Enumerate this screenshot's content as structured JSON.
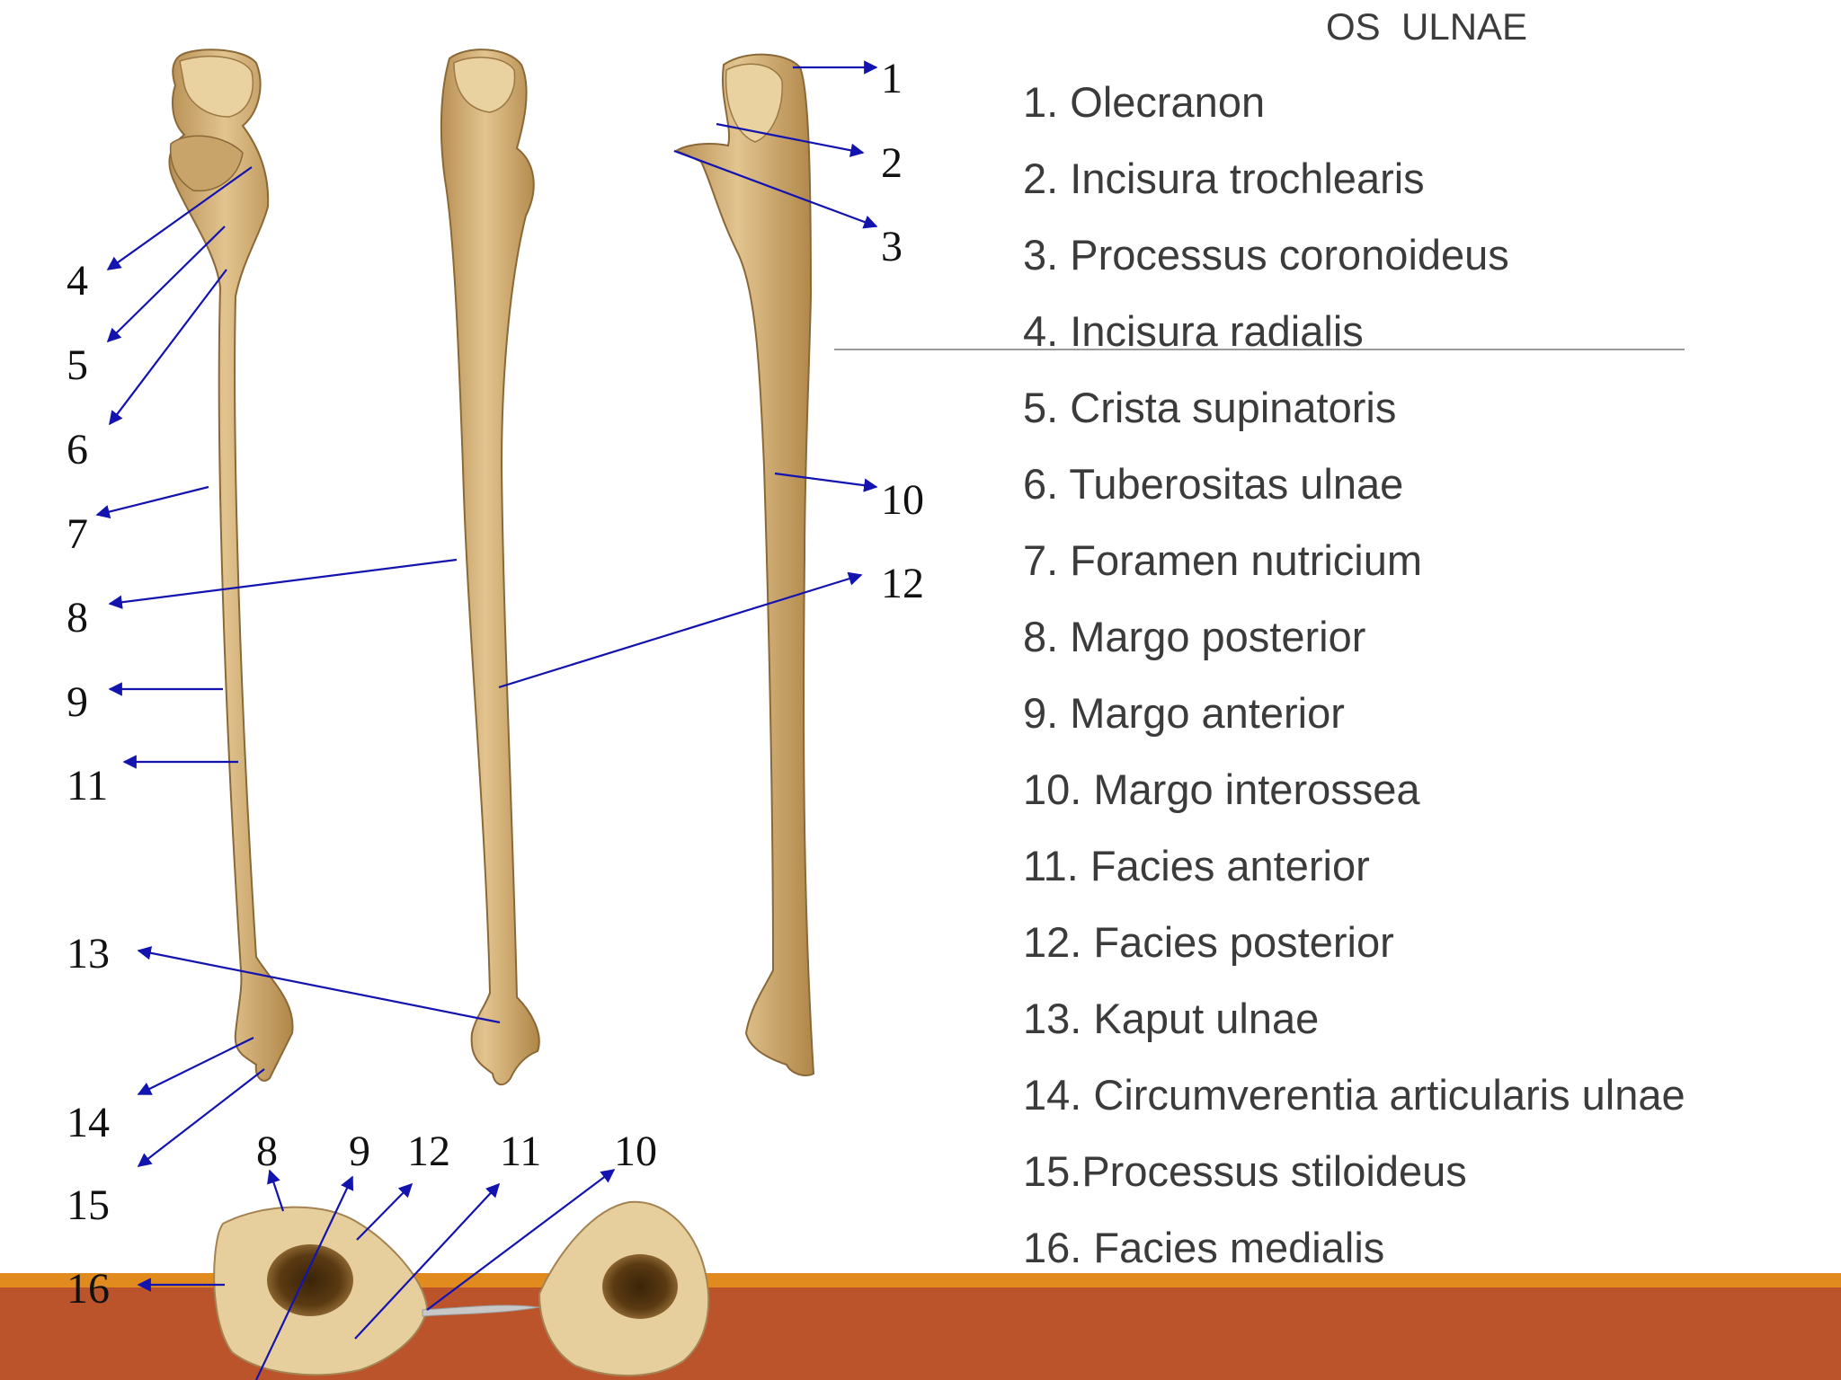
{
  "slide": {
    "title": "OS  ULNAE",
    "legend": [
      "1. Olecranon",
      "2. Incisura trochlearis",
      "3. Processus coronoideus",
      "4. Incisura radialis",
      "5. Crista supinatoris",
      "6. Tuberositas ulnae",
      "7. Foramen nutricium",
      "8. Margo posterior",
      "9. Margo anterior",
      "10. Margo interossea",
      "11. Facies anterior",
      "12. Facies posterior",
      "13. Kaput ulnae",
      "14. Circumverentia articularis ulnae",
      "15.Processus stiloideus",
      "16. Facies medialis"
    ]
  },
  "figure": {
    "left_numbers": [
      "4",
      "5",
      "6",
      "7",
      "8",
      "9",
      "11",
      "13",
      "14",
      "15",
      "16"
    ],
    "right_numbers": [
      "1",
      "2",
      "3",
      "10",
      "12"
    ],
    "section_numbers": [
      "8",
      "9",
      "12",
      "11",
      "10"
    ]
  },
  "colors": {
    "bone": "#d7b57f",
    "bone_shade": "#a8804a",
    "leader_lines": "#1313b0",
    "band": "#bb542b",
    "band_stripe": "#e18a1e"
  }
}
